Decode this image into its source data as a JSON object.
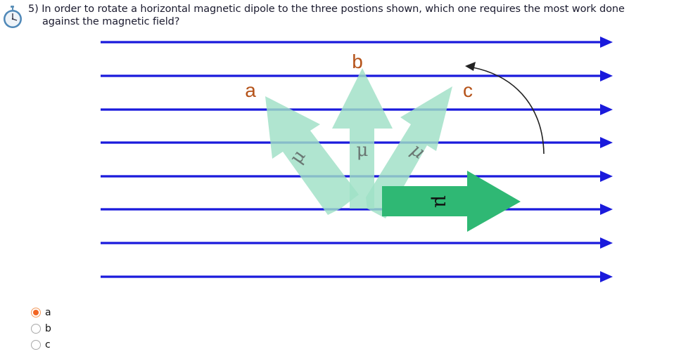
{
  "question": {
    "number": "5)",
    "line1": "In order to rotate a horizontal magnetic dipole to the three postions shown, which one requires the most work done",
    "line2": "against the magnetic field?",
    "icon": "stopwatch-icon"
  },
  "figure": {
    "field_line_color": "#1a1adc",
    "field_line_count": 8,
    "dipole_symbol": "μ",
    "labels": {
      "a": "a",
      "b": "b",
      "c": "c"
    },
    "label_color": "#b5531a",
    "initial_dipole_color": "#2fb874",
    "rotated_dipole_color": "#9fe0c6",
    "rotation_arrow": "counterclockwise-arc-arrow"
  },
  "options": [
    {
      "label": "a",
      "selected": true
    },
    {
      "label": "b",
      "selected": false
    },
    {
      "label": "c",
      "selected": false
    }
  ],
  "colors": {
    "radio_selected": "#f26522"
  }
}
